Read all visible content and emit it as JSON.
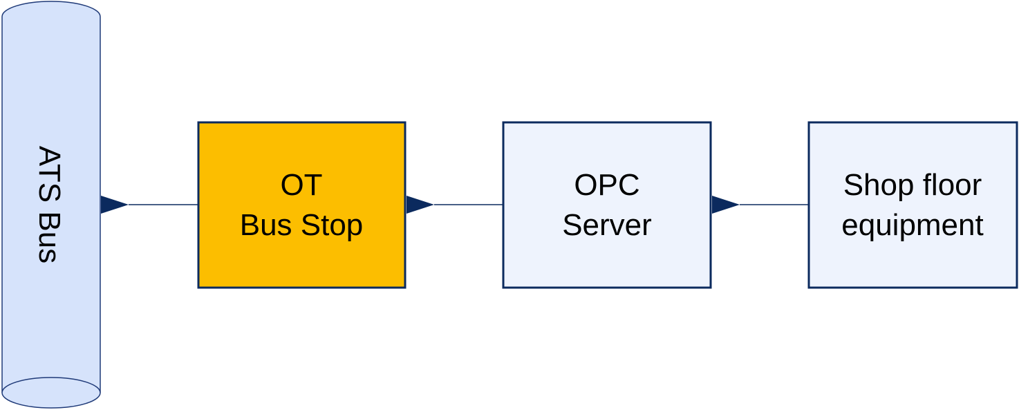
{
  "colors": {
    "bus_fill": "#d6e3fb",
    "bus_stroke": "#1f3a78",
    "box_fill_light": "#eef3fd",
    "box_fill_highlight": "#fcbe00",
    "box_stroke": "#0b2a5e",
    "arrow": "#0b2a5e"
  },
  "bus": {
    "label": "ATS Bus"
  },
  "nodes": {
    "ot_bus_stop": {
      "line1": "OT",
      "line2": "Bus Stop"
    },
    "opc_server": {
      "line1": "OPC",
      "line2": "Server"
    },
    "shop_floor": {
      "line1": "Shop floor",
      "line2": "equipment"
    }
  },
  "connections": [
    {
      "from": "shop_floor",
      "to": "opc_server"
    },
    {
      "from": "opc_server",
      "to": "ot_bus_stop"
    },
    {
      "from": "ot_bus_stop",
      "to": "ats_bus"
    }
  ]
}
